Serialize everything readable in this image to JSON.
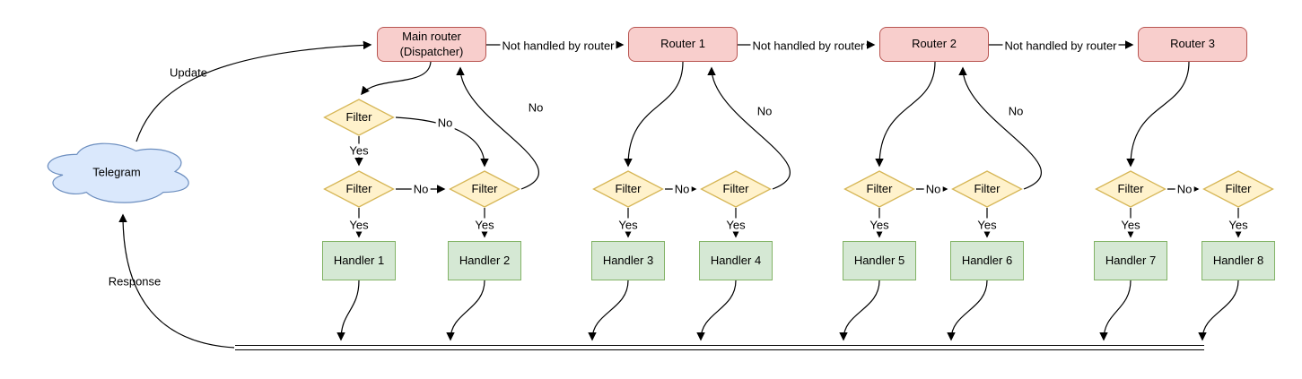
{
  "cloud": {
    "label": "Telegram"
  },
  "routers": [
    {
      "label": "Main router (Dispatcher)"
    },
    {
      "label": "Router 1"
    },
    {
      "label": "Router 2"
    },
    {
      "label": "Router 3"
    }
  ],
  "filters": [
    "Filter",
    "Filter",
    "Filter",
    "Filter",
    "Filter",
    "Filter",
    "Filter",
    "Filter",
    "Filter"
  ],
  "handlers": [
    "Handler 1",
    "Handler 2",
    "Handler 3",
    "Handler 4",
    "Handler 5",
    "Handler 6",
    "Handler 7",
    "Handler 8"
  ],
  "edge_labels": {
    "update": "Update",
    "response": "Response",
    "not_handled": "Not handled by router",
    "yes": "Yes",
    "no": "No"
  },
  "colors": {
    "router_fill": "#f8cecc",
    "router_stroke": "#b85450",
    "filter_fill": "#fff2cc",
    "filter_stroke": "#d6b656",
    "handler_fill": "#d5e8d4",
    "handler_stroke": "#82b366",
    "cloud_fill": "#dae8fc",
    "cloud_stroke": "#6c8ebf",
    "edge": "#000000"
  }
}
